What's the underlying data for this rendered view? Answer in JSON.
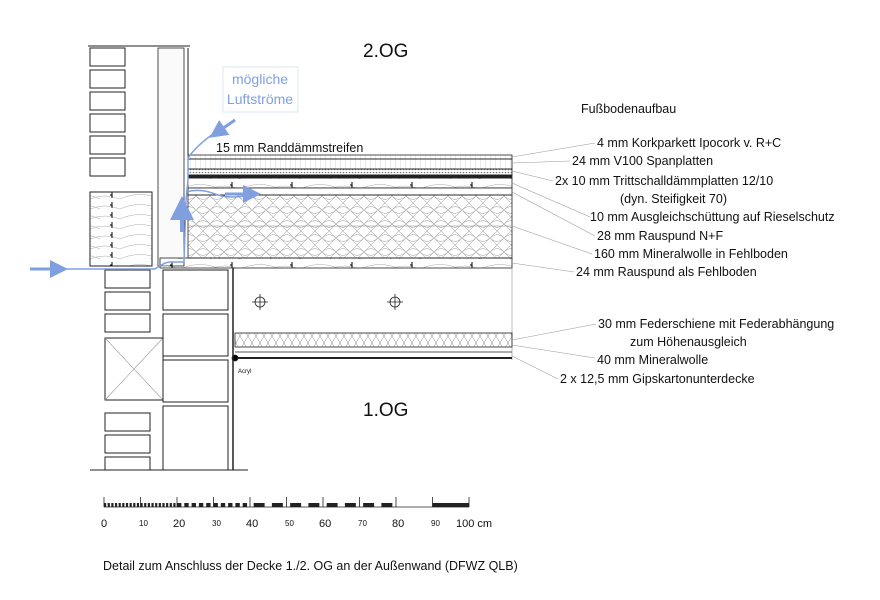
{
  "levels": {
    "upper": "2.OG",
    "lower": "1.OG"
  },
  "airflow_note": {
    "line1": "mögliche",
    "line2": "Luftströme",
    "color": "#7f9fe0"
  },
  "edge_strip_label": "15 mm Randdämmstreifen",
  "acryl_label": "Acryl",
  "floor_heading": "Fußbodenaufbau",
  "layers": [
    "4 mm Korkparkett Ipocork v. R+C",
    "24 mm V100 Spanplatten",
    "2x 10 mm Trittschalldämmplatten 12/10",
    "(dyn. Steifigkeit 70)",
    "10 mm Ausgleichschüttung auf Rieselschutz",
    "28 mm Rauspund N+F",
    "160 mm Mineralwolle in Fehlboden",
    "24 mm Rauspund als Fehlboden",
    "30 mm Federschiene mit Federabhängung",
    "zum Höhenausgleich",
    "40 mm Mineralwolle",
    "2 x 12,5 mm Gipskartonunterdecke"
  ],
  "scale": {
    "ticks": [
      "0",
      "10",
      "20",
      "30",
      "40",
      "50",
      "60",
      "70",
      "80",
      "90",
      "100 cm"
    ]
  },
  "caption": "Detail zum Anschluss der Decke 1./2. OG an der Außenwand (DFWZ QLB)"
}
